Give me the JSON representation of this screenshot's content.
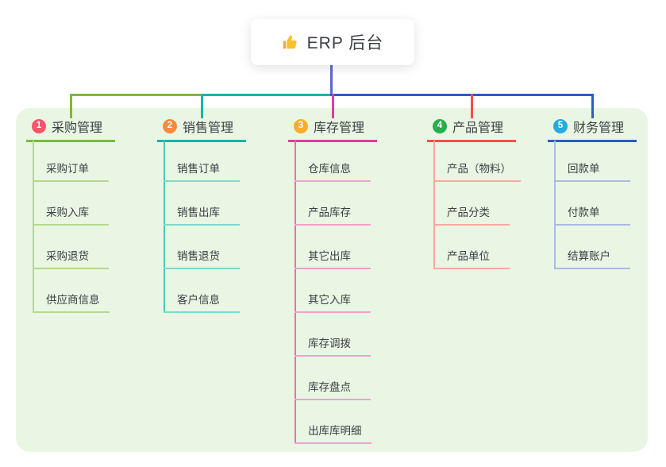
{
  "root": {
    "label": "ERP 后台",
    "icon": "thumbs-up",
    "icon_color": "#fbc02d"
  },
  "colors": {
    "canvas_bg": "#ffffff",
    "panel_bg": "#e9f6e3",
    "root_connector": "#5b68d0",
    "text": "#3b4045"
  },
  "branches": [
    {
      "key": "purchase",
      "badge": "1",
      "label": "采购管理",
      "badge_color": "#f7566b",
      "line_color": "#7cb93e",
      "light_color": "#b5d98e",
      "rail_color": "#b5d98e",
      "children": [
        "采购订单",
        "采购入库",
        "采购退货",
        "供应商信息"
      ]
    },
    {
      "key": "sales",
      "badge": "2",
      "label": "销售管理",
      "badge_color": "#f98b3d",
      "line_color": "#14b5aa",
      "light_color": "#7ed8cf",
      "rail_color": "#4cc7bd",
      "children": [
        "销售订单",
        "销售出库",
        "销售退货",
        "客户信息"
      ]
    },
    {
      "key": "inventory",
      "badge": "3",
      "label": "库存管理",
      "badge_color": "#fbad29",
      "line_color": "#e23c9c",
      "light_color": "#f49fcd",
      "rail_color": "#ea6fb0",
      "children": [
        "仓库信息",
        "产品库存",
        "其它出库",
        "其它入库",
        "库存调拨",
        "库存盘点",
        "出库库明细"
      ]
    },
    {
      "key": "product",
      "badge": "4",
      "label": "产品管理",
      "badge_color": "#27ae4e",
      "line_color": "#f34e4e",
      "light_color": "#f8a8a0",
      "rail_color": "#f8a8a0",
      "children": [
        "产品（物料）",
        "产品分类",
        "产品单位"
      ]
    },
    {
      "key": "finance",
      "badge": "5",
      "label": "财务管理",
      "badge_color": "#29a9e1",
      "line_color": "#2f5bc8",
      "light_color": "#a9bbe0",
      "rail_color": "#a9bbe0",
      "children": [
        "回款单",
        "付款单",
        "结算账户"
      ]
    }
  ]
}
